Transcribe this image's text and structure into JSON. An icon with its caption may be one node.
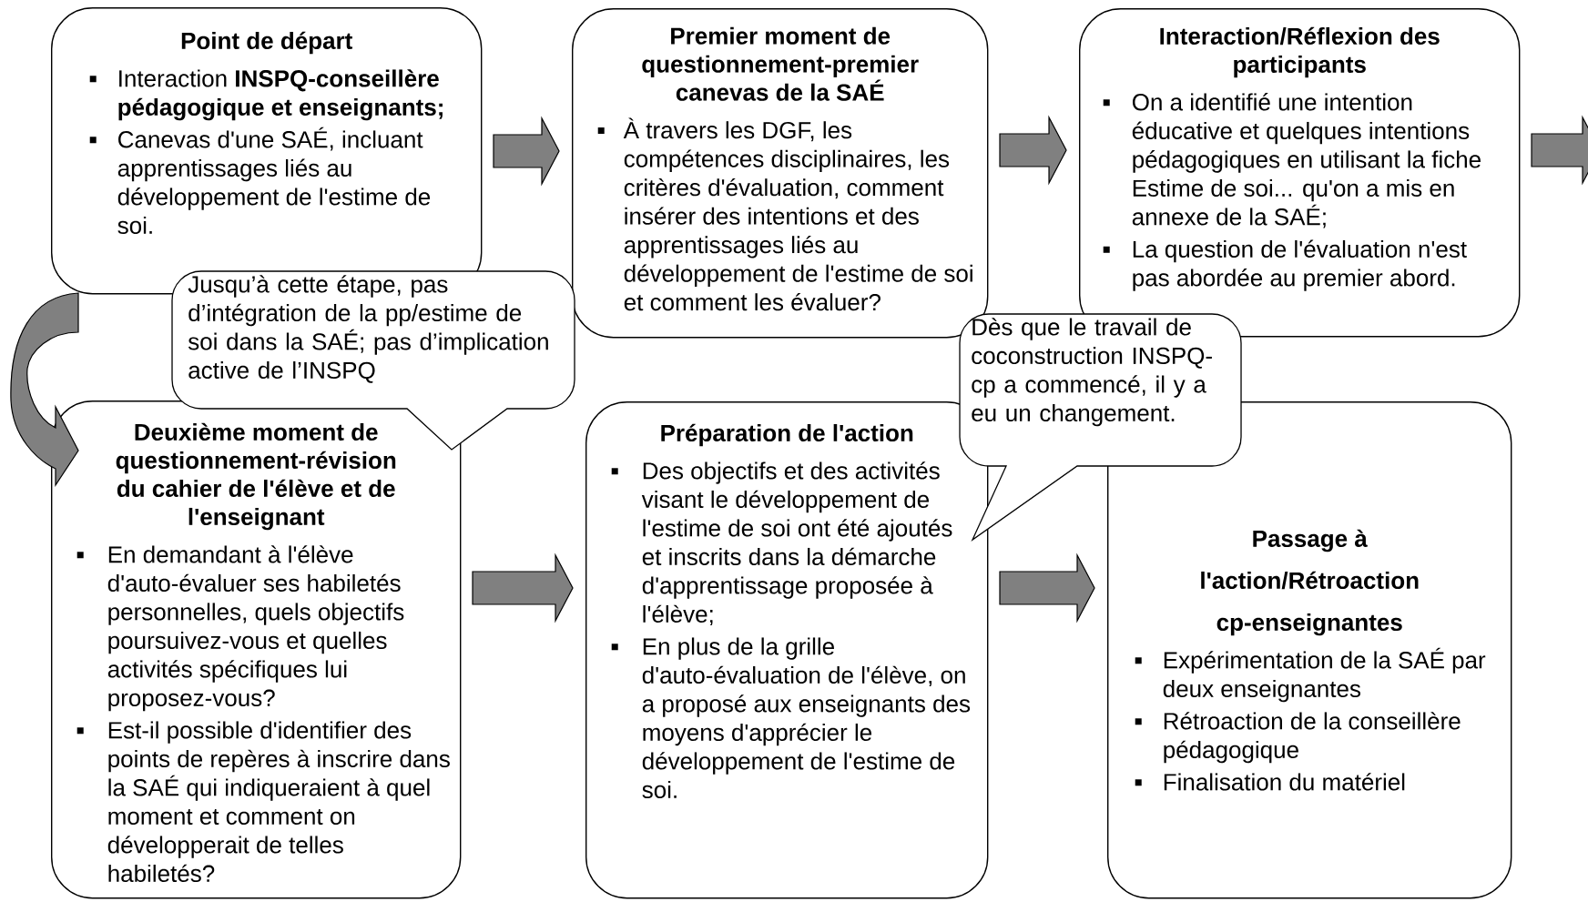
{
  "diagram": {
    "nodes": [
      {
        "text": [
          "Point de départ",
          "Interaction **INSPQ-conseillère pédagogique et enseignants;**",
          "Canevas d'une SAÉ, incluant apprentissages liés au développement de l'estime de soi."
        ]
      },
      {
        "text": [
          "Premier moment de questionnement-premier canevas de la SAÉ",
          "À travers les DGF, les compétences disciplinaires, les critères d'évaluation, comment insérer des intentions et des apprentissages liés au développement de l'estime de soi et comment les évaluer?"
        ]
      },
      {
        "text": [
          "Interaction/Réflexion des participants",
          "On a identifié une intention éducative et quelques intentions pédagogiques en utilisant la fiche Estime de soi... qu'on a mis en annexe de la SAÉ;",
          "La question de l'évaluation n'est pas abordée au premier abord."
        ]
      },
      {
        "text": [
          "Jusqu’à cette étape, pas d’intégration de la pp/estime de soi dans la SAÉ; pas d’implication active de l’INSPQ"
        ]
      },
      {
        "text": [
          "Dès que le travail de coconstruction INSPQ-cp a commencé, il y a eu un changement."
        ]
      },
      {
        "text": [
          "Deuxième moment de questionnement-révision du cahier de l'élève et de l'enseignant",
          "En demandant à l'élève d'auto-évaluer ses habiletés personnelles, quels objectifs poursuivez-vous et quelles activités spécifiques lui proposez-vous?",
          "Est-il possible d'identifier des points de repères à inscrire dans la SAÉ qui indiqueraient à quel moment et comment on développerait de telles habiletés?"
        ]
      },
      {
        "text": [
          "Préparation de l'action",
          "Des objectifs et des activités visant le développement de l'estime de soi ont été ajoutés et inscrits dans la démarche d'apprentissage proposée à l'élève;",
          "En plus de la grille d'auto-évaluation de l'élève, on a proposé aux enseignants des moyens d'apprécier le développement de l'estime de soi."
        ]
      },
      {
        "text": [
          "Passage à l'action/Rétroaction cp-enseignantes",
          "Expérimentation de la SAÉ par deux enseignantes",
          "Rétroaction de la conseillère pédagogique",
          "Finalisation du matériel"
        ]
      }
    ],
    "edges": [
      {
        "from": 0,
        "to": 1,
        "arrow": "to"
      },
      {
        "from": 1,
        "to": 2,
        "arrow": "to"
      },
      {
        "from": 2,
        "to": null,
        "arrow": "to"
      },
      {
        "from": 0,
        "to": 5,
        "arrow": "to"
      },
      {
        "from": 5,
        "to": 6,
        "arrow": "to"
      },
      {
        "from": 6,
        "to": 7,
        "arrow": "to"
      }
    ]
  }
}
